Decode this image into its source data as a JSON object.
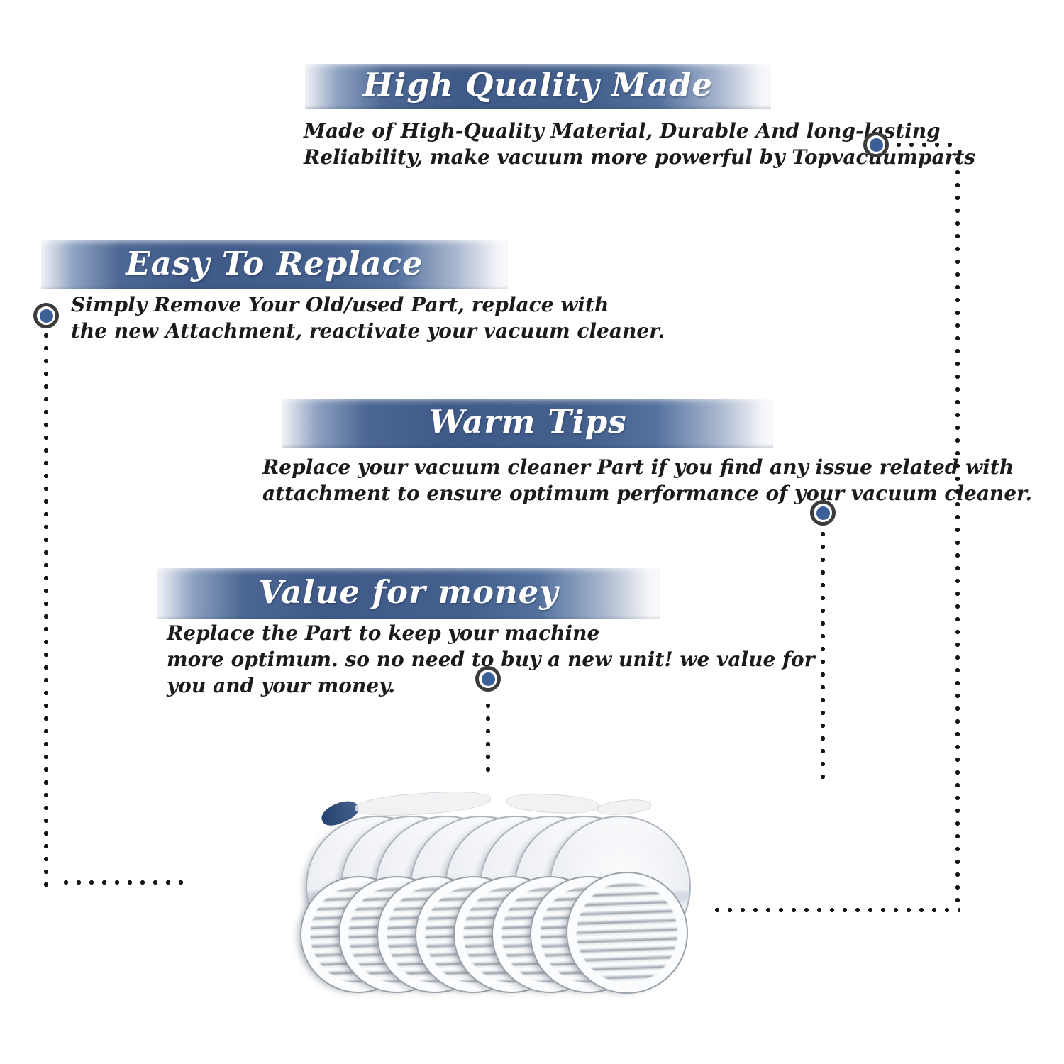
{
  "colors": {
    "banner_blue_dark": "#3f5a88",
    "banner_blue_mid": "#4c6793",
    "banner_fade_light": "#f1f3f7",
    "banner_title_text": "#ffffff",
    "body_text": "#1b1b1b",
    "marker_ring": "#3c3c3c",
    "marker_blue": "#3d5f97",
    "connector_dot": "#161616",
    "pad_white": "#f0f2f6",
    "pad_stripe_gray": "#9ea6ad"
  },
  "sections": {
    "high_quality": {
      "title": "High Quality Made",
      "lines": [
        "Made of  High-Quality Material, Durable And long-lasting",
        "Reliability, make vacuum more powerful by Topvacuumparts"
      ]
    },
    "easy_replace": {
      "title": "Easy To Replace",
      "lines": [
        "Simply Remove Your Old/used Part, replace with",
        "the new Attachment, reactivate your vacuum cleaner."
      ]
    },
    "warm_tips": {
      "title": "Warm Tips",
      "lines": [
        "Replace your vacuum cleaner Part if you find any issue related with",
        "attachment to ensure optimum performance of your vacuum cleaner."
      ]
    },
    "value_money": {
      "title": "Value for money",
      "lines": [
        "Replace the Part to keep your machine",
        "more optimum. so no need to buy a new unit! we value for",
        "you and your money."
      ]
    }
  },
  "product": {
    "back_row_count": 8,
    "front_row_count": 8
  }
}
